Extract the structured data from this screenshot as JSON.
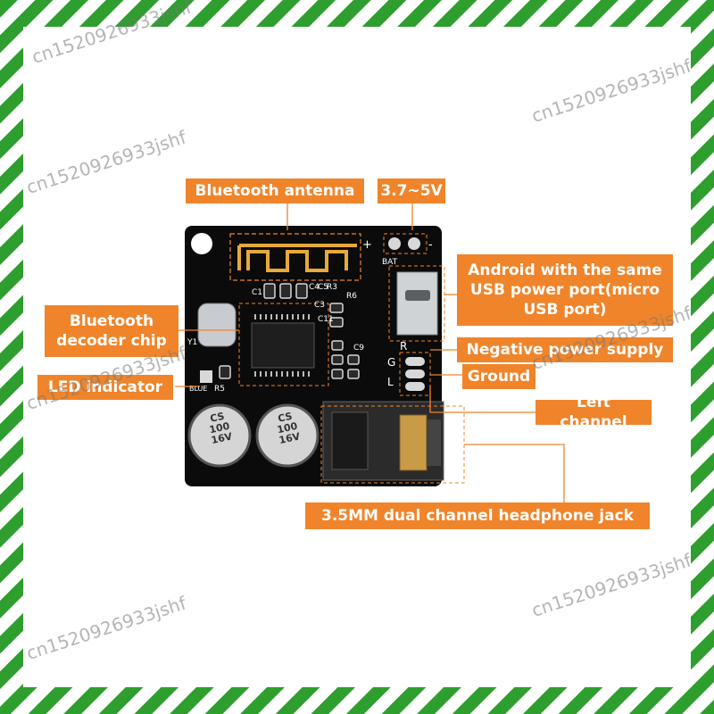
{
  "callouts": {
    "antenna": "Bluetooth antenna",
    "voltage": "3.7~5V",
    "usb": "Android with the same\nUSB power port(micro\nUSB port)",
    "decoder": "Bluetooth\ndecoder chip",
    "negative": "Negative power supply",
    "led": "LED indicator",
    "ground": "Ground",
    "left_channel": "Left channel",
    "jack": "3.5MM dual channel headphone jack"
  },
  "board_labels": {
    "plus": "+",
    "minus": "-",
    "bat": "BAT",
    "c1": "C1",
    "c4": "C4",
    "c5": "C5",
    "r3": "R3",
    "r6": "R6",
    "c3": "C3",
    "c11": "C11",
    "y1": "Y1",
    "blue": "BLUE",
    "r5": "R5",
    "g": "G",
    "l": "L",
    "r": "R",
    "c9": "C9",
    "cap_text": "CS\n100\n16V"
  },
  "watermark": "cn1520926933jshf",
  "colors": {
    "accent": "#f0842a",
    "board": "#0b0b0b",
    "border_green": "#2e9e2e"
  }
}
